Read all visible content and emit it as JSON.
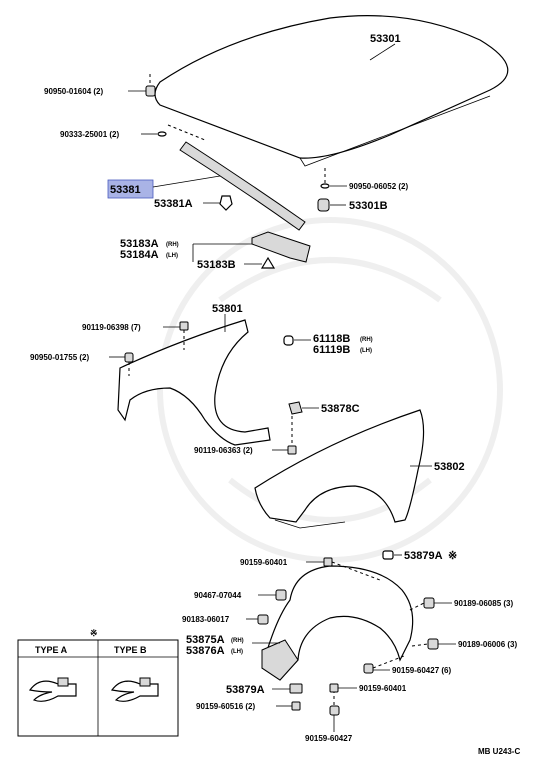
{
  "parts": {
    "hood": "53301",
    "hood_bolt": "90950-01604 (2)",
    "hood_clip": "90333-25001 (2)",
    "hood_cushion_a": "90950-06052 (2)",
    "hood_cushion_b": "53301B",
    "seal": "53381",
    "seal_clip": "53381A",
    "hinge_rh": "53183A",
    "hinge_lh": "53184A",
    "hinge_sub": "53183B",
    "fender_left": "53801",
    "fender_bolt_a": "90119-06398 (7)",
    "fender_plug": "90950-01755 (2)",
    "emblem_rh": "61118B",
    "emblem_lh": "61119B",
    "fender_bracket": "53878C",
    "fender_bolt_b": "90119-06363 (2)",
    "fender_right": "53802",
    "liner_clip_a": "90159-60401",
    "liner_clip_type": "53879A",
    "liner_nut": "90467-07044",
    "liner_screw": "90183-06017",
    "liner_rh": "53875A",
    "liner_lh": "53876A",
    "liner_bracket": "53879A",
    "liner_clip_b": "90159-60516 (2)",
    "liner_clip_c": "90159-60427",
    "liner_clip_d": "90159-60401",
    "liner_clip_e": "90159-60427 (6)",
    "liner_screw_a": "90189-06085 (3)",
    "liner_screw_b": "90189-06006 (3)"
  },
  "side_tags": {
    "rh": "(RH)",
    "lh": "(LH)"
  },
  "legend": {
    "mark": "※",
    "type_a": "TYPE A",
    "type_b": "TYPE B"
  },
  "diagram_code": "MB U243-C",
  "colors": {
    "highlight": "#a9b3e6",
    "highlight_border": "#4a5bbf"
  }
}
